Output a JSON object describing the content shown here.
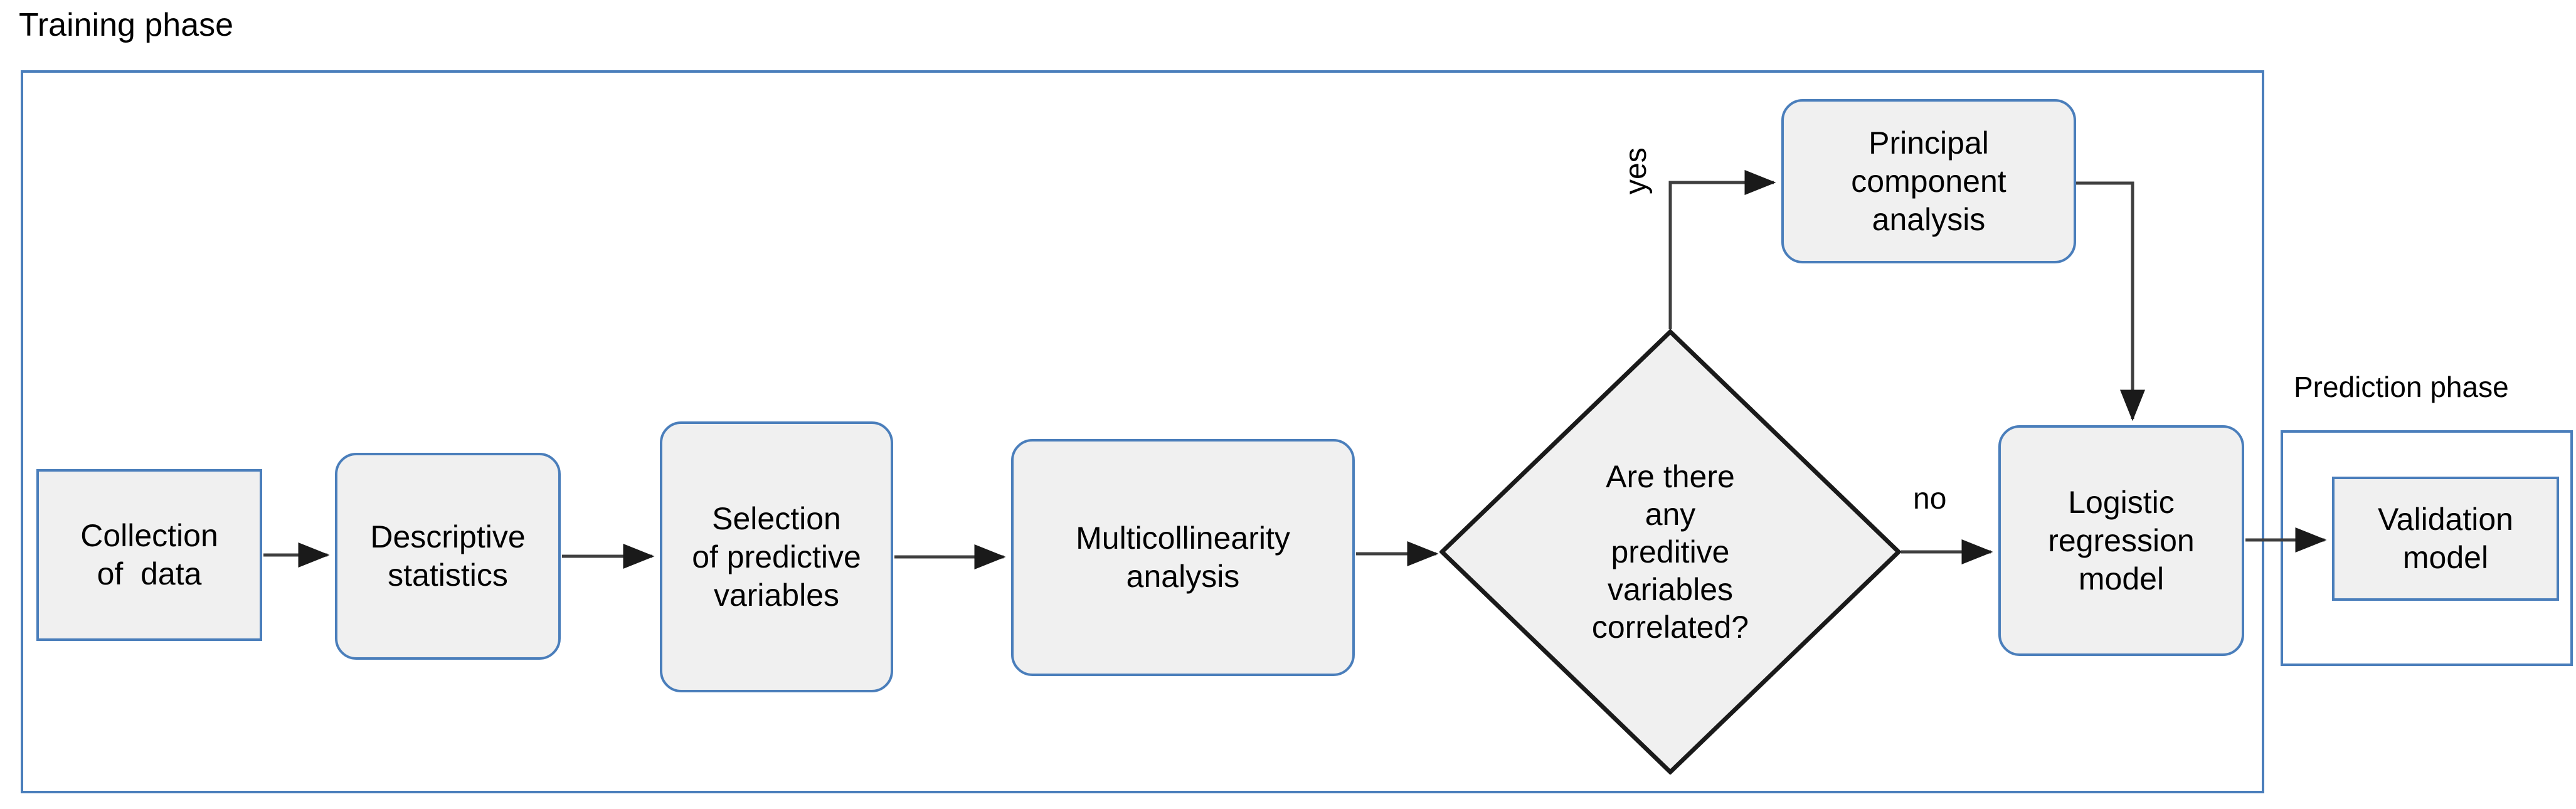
{
  "diagram": {
    "title_visible": false,
    "phases": [
      {
        "id": "training",
        "label": "Training phase"
      },
      {
        "id": "prediction",
        "label": "Prediction phase"
      }
    ],
    "nodes": [
      {
        "id": "collection",
        "label": "Collection\nof  data",
        "shape": "rectangle",
        "border_color": "#4a7ebb",
        "fill": "#f0f0f0"
      },
      {
        "id": "descriptive",
        "label": "Descriptive\nstatistics",
        "shape": "rounded-rectangle",
        "border_color": "#4a7ebb",
        "fill": "#f0f0f0"
      },
      {
        "id": "selection",
        "label": "Selection\nof predictive\nvariables",
        "shape": "rounded-rectangle",
        "border_color": "#4a7ebb",
        "fill": "#f0f0f0"
      },
      {
        "id": "multicol",
        "label": "Multicollinearity\nanalysis",
        "shape": "rounded-rectangle",
        "border_color": "#4a7ebb",
        "fill": "#f0f0f0"
      },
      {
        "id": "decision",
        "label": "Are there\nany\npreditive\nvariables\ncorrelated?",
        "shape": "diamond",
        "border_color": "#1a1a1a",
        "fill": "#f0f0f0"
      },
      {
        "id": "pca",
        "label": "Principal\ncomponent\nanalysis",
        "shape": "rounded-rectangle",
        "border_color": "#4a7ebb",
        "fill": "#f0f0f0"
      },
      {
        "id": "logistic",
        "label": "Logistic\nregression\nmodel",
        "shape": "rounded-rectangle",
        "border_color": "#4a7ebb",
        "fill": "#f0f0f0"
      },
      {
        "id": "validation",
        "label": "Validation\nmodel",
        "shape": "rectangle",
        "border_color": "#4a7ebb",
        "fill": "#f0f0f0"
      }
    ],
    "edges": [
      {
        "from": "collection",
        "to": "descriptive",
        "label": ""
      },
      {
        "from": "descriptive",
        "to": "selection",
        "label": ""
      },
      {
        "from": "selection",
        "to": "multicol",
        "label": ""
      },
      {
        "from": "multicol",
        "to": "decision",
        "label": ""
      },
      {
        "from": "decision",
        "to": "pca",
        "label": "yes"
      },
      {
        "from": "decision",
        "to": "logistic",
        "label": "no"
      },
      {
        "from": "pca",
        "to": "logistic",
        "label": ""
      },
      {
        "from": "logistic",
        "to": "validation",
        "label": ""
      }
    ],
    "edge_labels": {
      "yes": "yes",
      "no": "no"
    },
    "colors": {
      "node_border": "#4a7ebb",
      "node_fill": "#f0f0f0",
      "decision_border": "#1a1a1a",
      "connector": "#3f3f3f",
      "phase_border": "#4a7ebb",
      "text": "#000000",
      "background": "#ffffff"
    }
  }
}
